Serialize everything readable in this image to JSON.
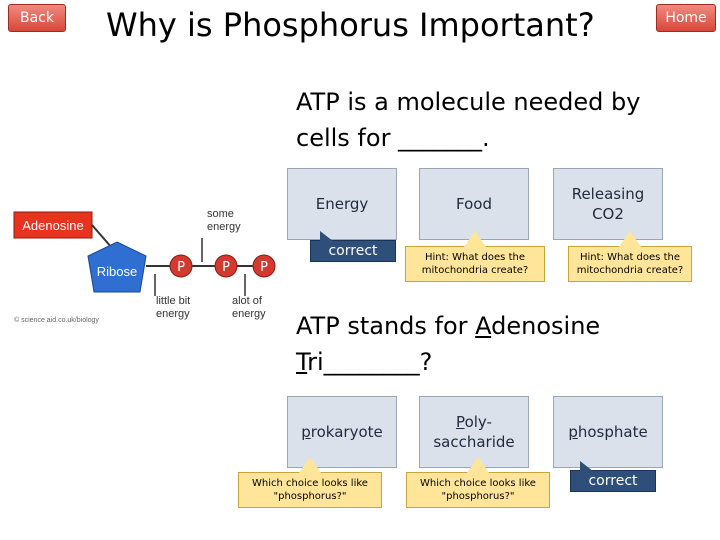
{
  "nav": {
    "back_label": "Back",
    "home_label": "Home",
    "button_color": "#d9473a"
  },
  "title": "Why is Phosphorus Important?",
  "question1": {
    "text": "ATP is a molecule needed by cells for _______.",
    "choices": {
      "energy": "Energy",
      "food": "Food",
      "releasing": "Releasing CO2"
    },
    "correct_label": "correct",
    "hint_food": "Hint: What does the mitochondria create?",
    "hint_releasing": "Hint: What does the mitochondria create?"
  },
  "question2": {
    "text_a": "ATP stands for ",
    "text_a_u": "A",
    "text_b": "denosine ",
    "text_c_u": "T",
    "text_d": "ri________?",
    "choices": {
      "prokaryote_u": "p",
      "prokaryote_rest": "rokaryote",
      "poly_u": "P",
      "poly_rest": "oly-saccharide",
      "phosphate_u": "p",
      "phosphate_rest": "hosphate"
    },
    "correct_label": "correct",
    "hint_prokaryote": "Which choice looks like \"phosphorus?\"",
    "hint_poly": "Which choice looks like \"phosphorus?\""
  },
  "diagram": {
    "adenosine_label": "Adenosine",
    "ribose_label": "Ribose",
    "phosphate_label": "P",
    "some_energy": "some energy",
    "little_bit_energy": "little bit energy",
    "alot_energy": "alot of energy",
    "credit": "© science aid.co.uk/biology",
    "adenosine_color": "#e8331f",
    "ribose_color": "#2e6fd1",
    "phosphate_color": "#d23a30"
  }
}
